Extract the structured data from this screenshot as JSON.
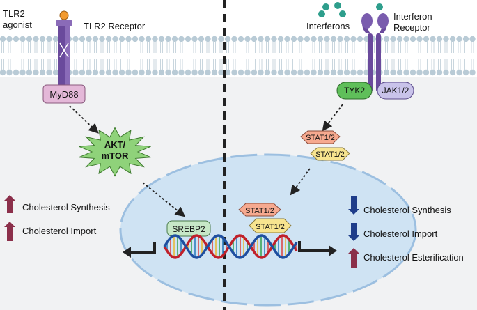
{
  "left": {
    "agonist_label_line1": "TLR2",
    "agonist_label_line2": "agonist",
    "receptor_label": "TLR2 Receptor",
    "adaptor_label": "MyD88",
    "kinase_label_line1": "AKT/",
    "kinase_label_line2": "mTOR",
    "tf_label": "SREBP2",
    "outcomes": [
      {
        "label": "Cholesterol Synthesis",
        "direction": "up"
      },
      {
        "label": "Cholesterol Import",
        "direction": "up"
      }
    ]
  },
  "right": {
    "ligand_label": "Interferons",
    "receptor_label_line1": "Interferon",
    "receptor_label_line2": "Receptor",
    "kinase_a_label": "TYK2",
    "kinase_b_label": "JAK1/2",
    "stat_a_label": "STAT1/2",
    "stat_b_label": "STAT1/2",
    "nuclear_stat_a_label": "STAT1/2",
    "nuclear_stat_b_label": "STAT1/2",
    "outcomes": [
      {
        "label": "Cholesterol Synthesis",
        "direction": "down"
      },
      {
        "label": "Cholesterol Import",
        "direction": "down"
      },
      {
        "label": "Cholesterol Esterification",
        "direction": "up"
      }
    ]
  },
  "colors": {
    "up_arrow": "#8b2f4a",
    "down_arrow": "#1f3d8a",
    "membrane_head": "#b9cbd6",
    "nucleus_fill": "#cfe3f3",
    "nucleus_border": "#9cbfe0",
    "receptor_purple": "#6a4a9c",
    "myd88_fill": "#e4b8d8",
    "akt_fill": "#8fd27a",
    "tyk2_fill": "#5fbf5a",
    "jak_fill": "#c9c3ea",
    "stat_pink": "#f6a98f",
    "stat_yellow": "#f7e48f",
    "srebp_fill": "#c7e8c7",
    "ligand_teal": "#2e9e8c",
    "agonist_orange": "#f29a2e"
  }
}
